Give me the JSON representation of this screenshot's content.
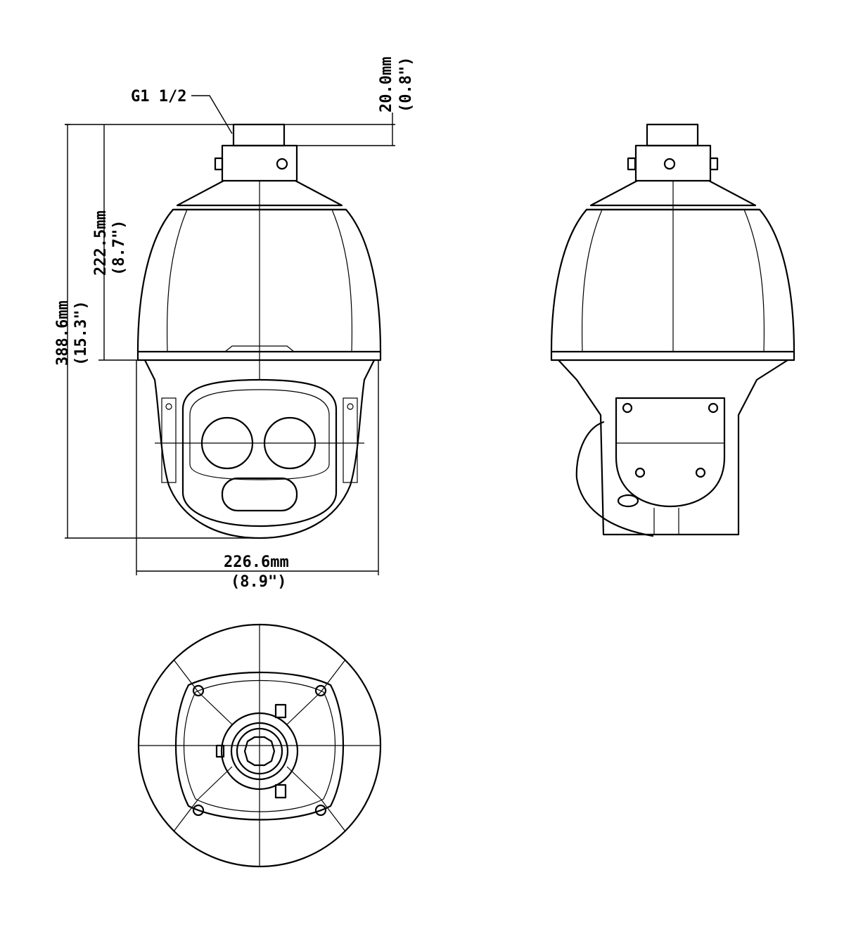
{
  "dimensions": {
    "thread": "G1 1/2",
    "top_collar": {
      "mm": "20.0mm",
      "inch": "(0.8\")"
    },
    "upper_height": {
      "mm": "222.5mm",
      "inch": "(8.7\")"
    },
    "total_height": {
      "mm": "388.6mm",
      "inch": "(15.3\")"
    },
    "width": {
      "mm": "226.6mm",
      "inch": "(8.9\")"
    }
  },
  "views": [
    "front-view",
    "side-view",
    "top-view"
  ]
}
